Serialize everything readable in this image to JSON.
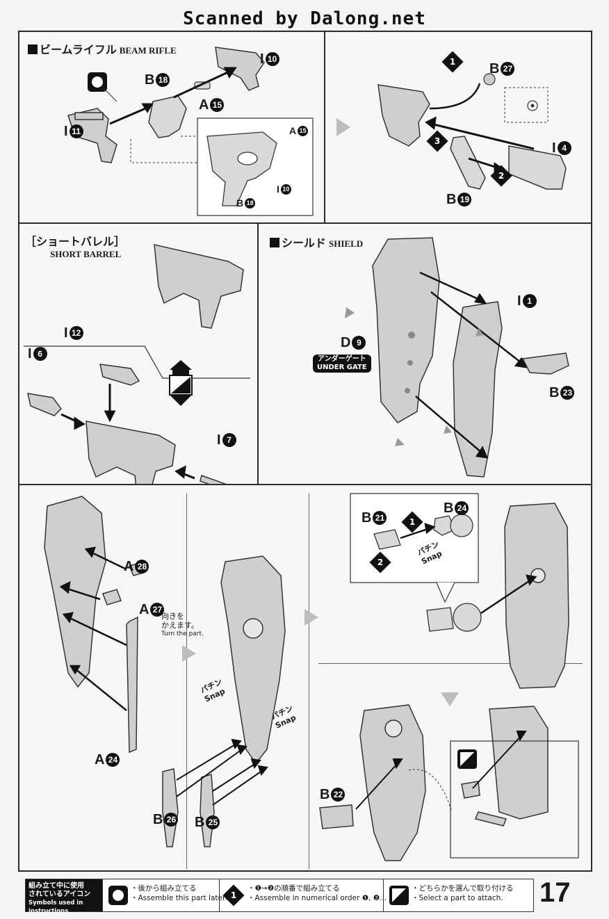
{
  "watermark": "Scanned by Dalong.net",
  "sections": {
    "beam_rifle": {
      "title_jp": "ビームライフル",
      "title_en": "BEAM RIFLE"
    },
    "short_barrel": {
      "title_jp": "［ショートバレル］",
      "title_en": "SHORT BARREL"
    },
    "shield": {
      "title_jp": "シールド",
      "title_en": "SHIELD"
    }
  },
  "parts": {
    "i10": "I",
    "i10n": "10",
    "b18": "B",
    "b18n": "18",
    "a15": "A",
    "a15n": "15",
    "i11": "I",
    "i11n": "11",
    "a15s": "A",
    "a15sn": "15",
    "i10s": "I",
    "i10sn": "10",
    "b18s": "B",
    "b18sn": "18",
    "b27": "B",
    "b27n": "27",
    "i4": "I",
    "i4n": "4",
    "b19": "B",
    "b19n": "19",
    "i12": "I",
    "i12n": "12",
    "i6": "I",
    "i6n": "6",
    "i7": "I",
    "i7n": "7",
    "i1": "I",
    "i1n": "1",
    "d9": "D",
    "d9n": "9",
    "b23": "B",
    "b23n": "23",
    "a28": "A",
    "a28n": "28",
    "a27": "A",
    "a27n": "27",
    "a24": "A",
    "a24n": "24",
    "b21": "B",
    "b21n": "21",
    "b24": "B",
    "b24n": "24",
    "b26": "B",
    "b26n": "26",
    "b25": "B",
    "b25n": "25",
    "b22": "B",
    "b22n": "22"
  },
  "steps": {
    "s1": "1",
    "s2": "2",
    "s3": "3",
    "s1b": "1",
    "s2b": "2"
  },
  "under_gate": {
    "jp": "アンダーゲート",
    "en": "UNDER GATE"
  },
  "turn_part": {
    "jp1": "向きを",
    "jp2": "かえます。",
    "en": "Turn the part."
  },
  "snap": {
    "jp": "パチン",
    "en": "Snap"
  },
  "footer": {
    "label_jp1": "組み立て中に使用",
    "label_jp2": "されているアイコン",
    "label_en": "Symbols used in instructions",
    "later_jp": "・後から組み立てる",
    "later_en": "・Assemble this part later.",
    "order_jp": "・❶→❷の順番で組み立てる",
    "order_en": "・Assemble in numerical order ❶, ❷...",
    "select_jp": "・どちらかを選んで取り付ける",
    "select_en": "・Select a part to attach."
  },
  "page_number": "17"
}
